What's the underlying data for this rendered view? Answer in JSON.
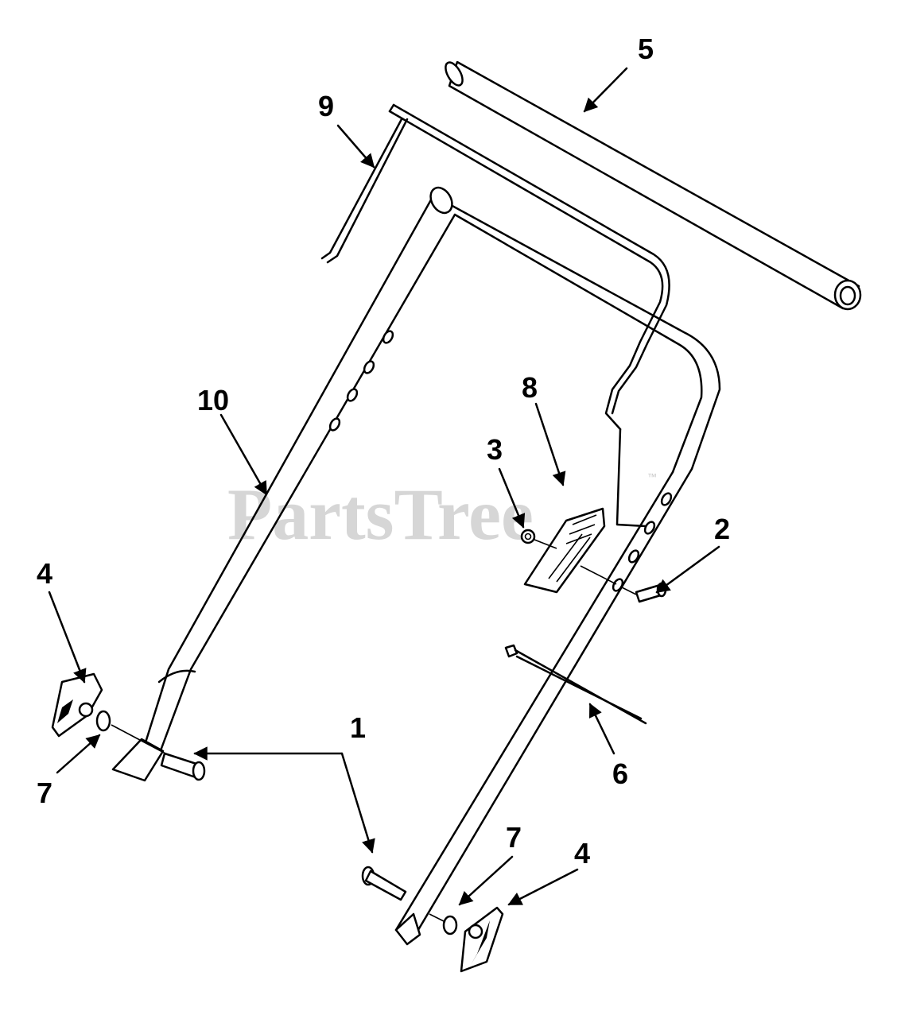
{
  "watermark": {
    "text": "PartsTree",
    "trademark": "™"
  },
  "callouts": {
    "c1": "1",
    "c2": "2",
    "c3": "3",
    "c4a": "4",
    "c4b": "4",
    "c5": "5",
    "c6": "6",
    "c7a": "7",
    "c7b": "7",
    "c8": "8",
    "c9": "9",
    "c10": "10"
  },
  "colors": {
    "line": "#000000",
    "watermark": "#c8c8c8",
    "background": "#ffffff"
  }
}
